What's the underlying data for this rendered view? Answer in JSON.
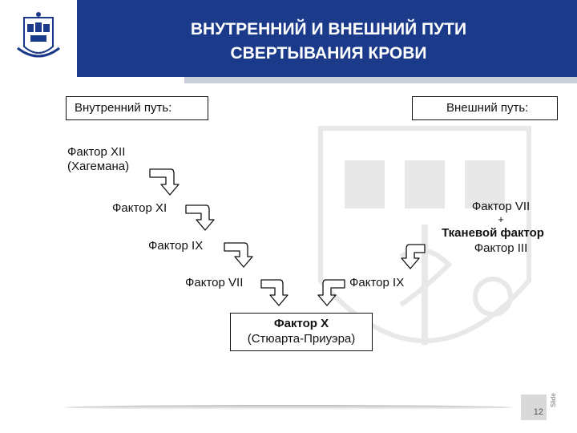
{
  "header": {
    "title_line1": "ВНУТРЕННИЙ И ВНЕШНИЙ ПУТИ",
    "title_line2": "СВЕРТЫВАНИЯ КРОВИ",
    "band_color": "#1b3a8a"
  },
  "diagram": {
    "intrinsic_label": "Внутренний путь:",
    "extrinsic_label": "Внешний путь:",
    "factor_xii": "Фактор XII",
    "factor_xii_sub": "(Хагемана)",
    "factor_xi": "Фактор XI",
    "factor_ix_left": "Фактор IX",
    "factor_vii_left": "Фактор VII",
    "factor_vii_right": "Фактор VII",
    "plus": "+",
    "tissue_factor": "Тканевой фактор",
    "factor_iii": "Фактор III",
    "factor_ix_right": "Фактор IX",
    "factor_x": "Фактор Х",
    "factor_x_sub": "(Стюарта-Приуэра)"
  },
  "footer": {
    "slide_number": "12",
    "side_label": "Slide"
  }
}
